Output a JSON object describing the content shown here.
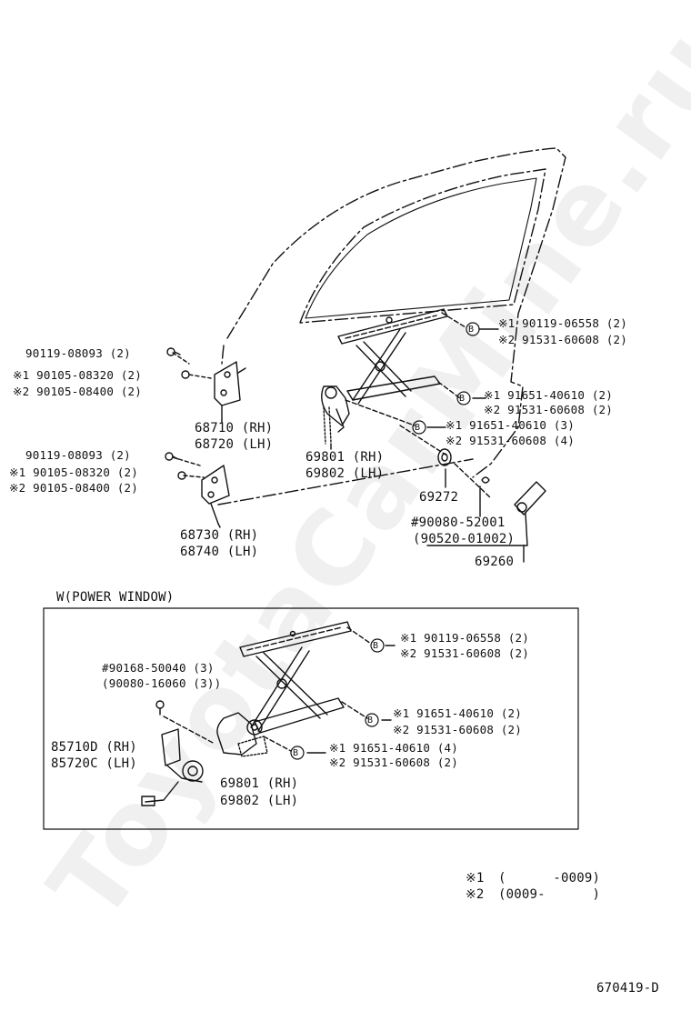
{
  "watermark": "ToyotaCarMine.ru",
  "diagram_code": "670419-D",
  "upper": {
    "left_bolt_1": "90119-08093 (2)",
    "left_bolt_2_a": "※1 90105-08320 (2)",
    "left_bolt_2_b": "※2 90105-08400 (2)",
    "hinge_upper_rh": "68710 (RH)",
    "hinge_upper_lh": "68720 (LH)",
    "left_bolt_3": "90119-08093 (2)",
    "left_bolt_4_a": "※1 90105-08320 (2)",
    "left_bolt_4_b": "※2 90105-08400 (2)",
    "hinge_lower_rh": "68730 (RH)",
    "hinge_lower_lh": "68740 (LH)",
    "reg_rh": "69801 (RH)",
    "reg_lh": "69802 (LH)",
    "b1_a": "※1 90119-06558 (2)",
    "b1_b": "※2 91531-60608 (2)",
    "b2_a": "※1 91651-40610 (2)",
    "b2_b": "※2 91531-60608 (2)",
    "b3_a": "※1 91651-40610 (3)",
    "b3_b": "※2 91531-60608 (4)",
    "cushion": "69272",
    "pin_a": "#90080-52001",
    "pin_b": "(90520-01002)",
    "handle": "69260",
    "b_symbol": "B"
  },
  "power_window": {
    "title": "W(POWER WINDOW)",
    "screw_a": "#90168-50040 (3)",
    "screw_b": "(90080-16060 (3))",
    "motor_rh": "85710D (RH)",
    "motor_lh": "85720C (LH)",
    "reg_rh": "69801 (RH)",
    "reg_lh": "69802 (LH)",
    "b1_a": "※1 90119-06558 (2)",
    "b1_b": "※2 91531-60608 (2)",
    "b2_a": "※1 91651-40610 (2)",
    "b2_b": "※2 91531-60608 (2)",
    "b3_a": "※1 91651-40610 (4)",
    "b3_b": "※2 91531-60608 (2)"
  },
  "legend": {
    "note1_mark": "※1",
    "note1_range": "(      -0009)",
    "note2_mark": "※2",
    "note2_range": "(0009-      )"
  }
}
